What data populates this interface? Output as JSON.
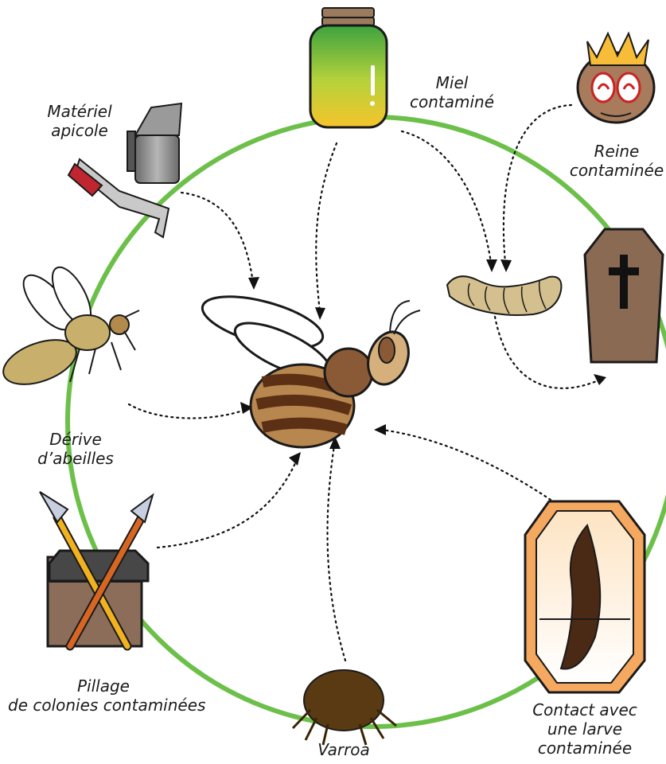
{
  "diagram": {
    "colors": {
      "cycle": "#6cc04a",
      "arrow": "#111111",
      "bee_dark": "#5b3015",
      "bee_light": "#c7a471",
      "jar_top": "#3da33f",
      "jar_bottom": "#f6c42b",
      "larva": "#d4c08e",
      "coffin": "#8a6a52",
      "hive": "#8b6d5a",
      "roof": "#444444",
      "spear_gold": "#f2b21f",
      "spear_orange": "#d86623",
      "varroa": "#5a3a12",
      "larva_frame": "#f5a85f"
    },
    "icons": [
      "honey-jar-icon",
      "smoker-icon",
      "queen-icon",
      "larva-icon",
      "coffin-icon",
      "bee-icon",
      "crossed-spears-icon",
      "hive-icon",
      "varroa-icon",
      "contaminated-larva-icon"
    ],
    "labels": {
      "miel": [
        "Miel",
        "contaminé"
      ],
      "materiel": [
        "Matériel",
        "apicole"
      ],
      "reine": [
        "Reine",
        "contaminée"
      ],
      "derive": [
        "Dérive",
        "d’abeilles"
      ],
      "pillage": [
        "Pillage",
        "de colonies contaminées"
      ],
      "varroa": [
        "Varroa"
      ],
      "contact": [
        "Contact avec",
        "une larve",
        "contaminée"
      ]
    }
  }
}
